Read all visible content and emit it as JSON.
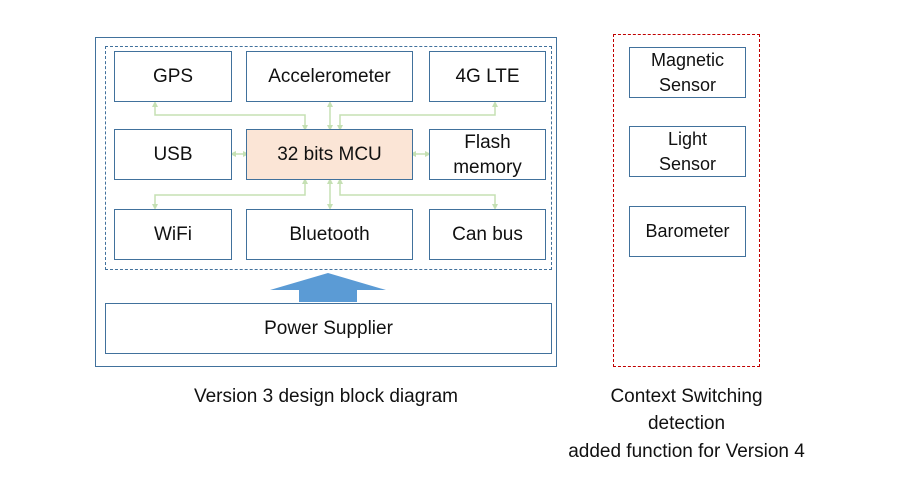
{
  "v3": {
    "blocks": {
      "gps": "GPS",
      "accelerometer": "Accelerometer",
      "lte": "4G LTE",
      "usb": "USB",
      "mcu": "32 bits MCU",
      "flash": "Flash\nmemory",
      "wifi": "WiFi",
      "bluetooth": "Bluetooth",
      "canbus": "Can bus",
      "power": "Power Supplier"
    },
    "caption": "Version 3 design block diagram"
  },
  "v4": {
    "blocks": {
      "magnetic": "Magnetic\nSensor",
      "light": "Light\nSensor",
      "barometer": "Barometer"
    },
    "caption_line1": "Context Switching",
    "caption_line2": "detection",
    "caption_line3": "added function for Version 4"
  },
  "colors": {
    "block_border": "#41719c",
    "mcu_fill": "#fbe5d6",
    "connector": "#c5e0b4",
    "power_arrow": "#5b9bd5",
    "context_border": "#c00000"
  }
}
